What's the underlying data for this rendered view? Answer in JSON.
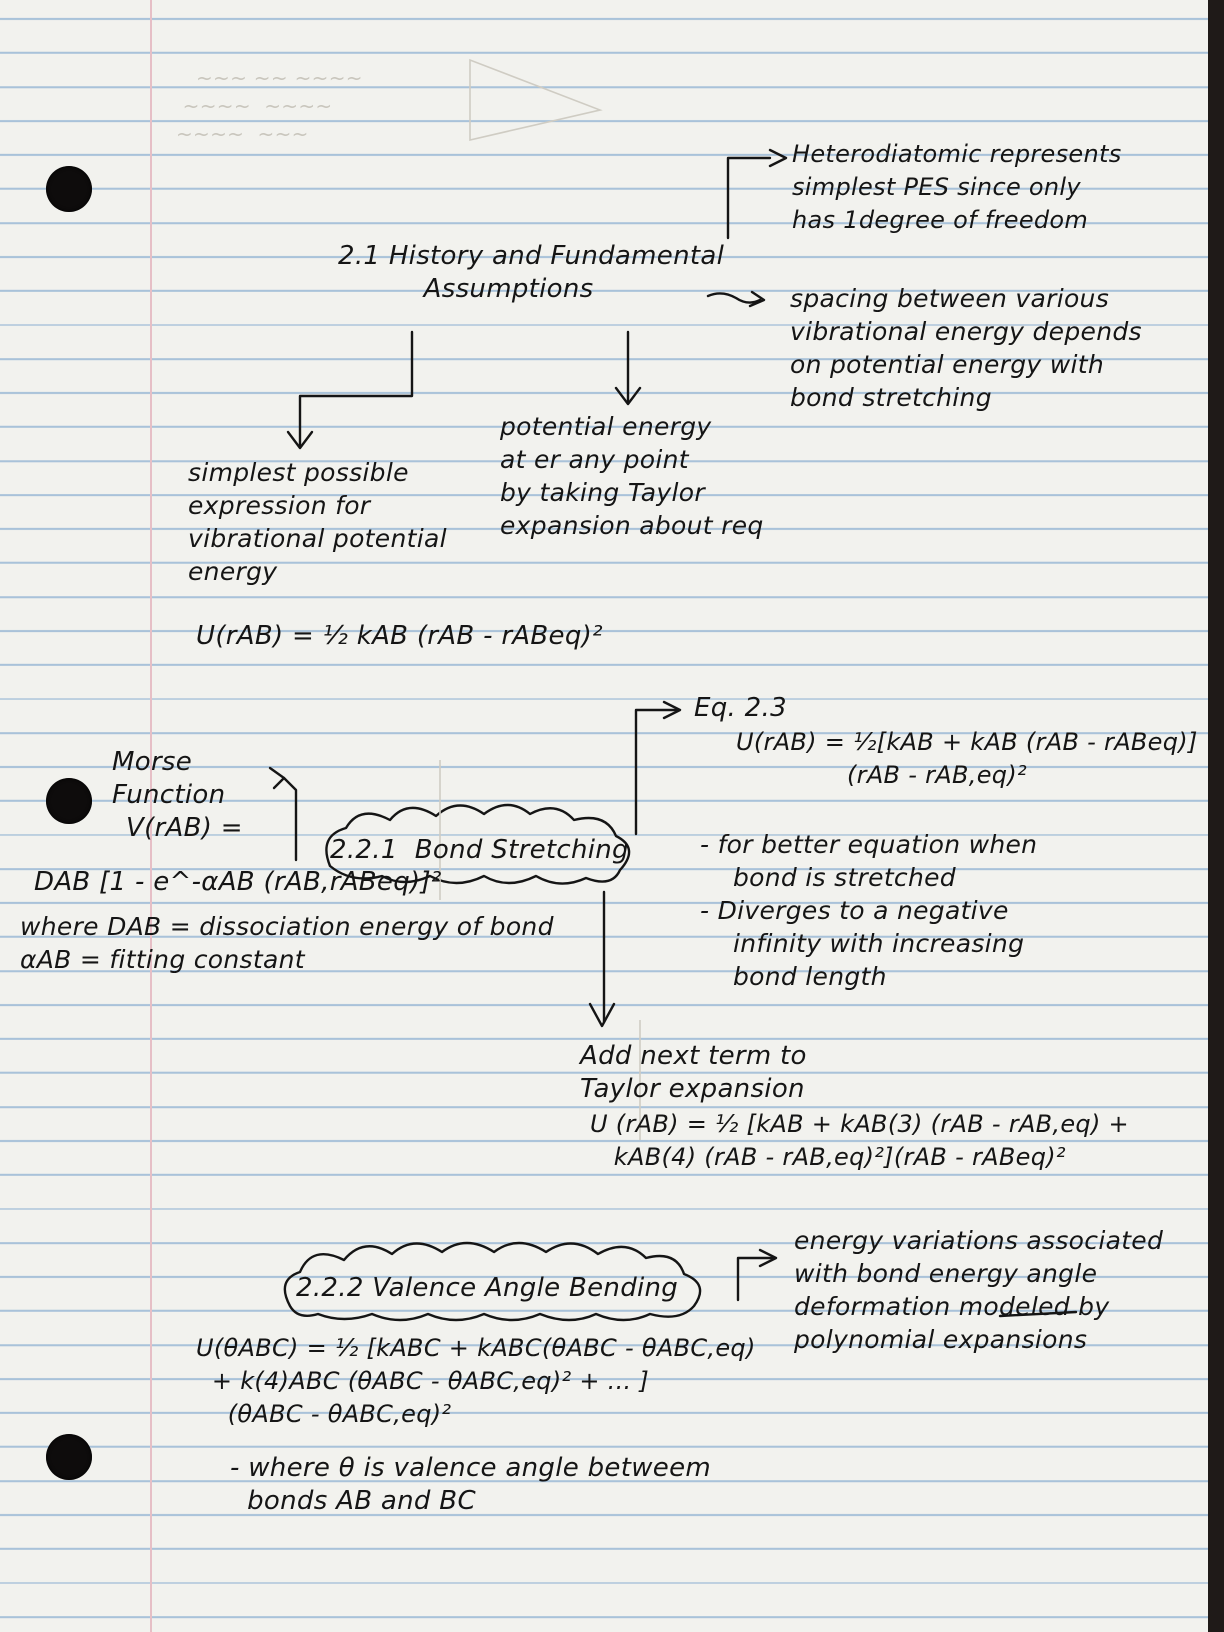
{
  "notes": {
    "hetero_note": "Heterodiatomic represents\nsimplest PES since only\nhas 1degree of freedom",
    "section_2_1": "2.1 History and Fundamental\n          Assumptions",
    "spacing_note": "spacing between various\nvibrational energy depends\non potential energy with\nbond stretching",
    "simplest_note": "simplest possible\nexpression for\nvibrational potential\nenergy",
    "potential_note": "potential energy\nat er any point\nby taking Taylor\nexpansion about req",
    "harmonic_eq": "U(rAB) = ½ kAB (rAB - rABeq)²",
    "eq_2_3_label": "Eq. 2.3",
    "eq_2_3": "U(rAB) = ½[kAB + kAB (rAB - rABeq)]\n              (rAB - rAB,eq)²",
    "eq_2_3_notes": "- for better equation when\n    bond is stretched\n- Diverges to a negative\n    infinity with increasing\n    bond length",
    "morse_label": "Morse\nFunction",
    "morse_eq_1": "V(rAB) =",
    "morse_eq_2": "DAB [1 - e^-αAB (rAB,rABeq)]²",
    "morse_where": "where DAB = dissociation energy of bond\nαAB = fitting constant",
    "section_2_2_1": "2.2.1  Bond Stretching",
    "taylor_note": "Add next term to\nTaylor expansion",
    "taylor_eq": "U (rAB) = ½ [kAB + kAB(3) (rAB - rAB,eq) +\n   kAB(4) (rAB - rAB,eq)²](rAB - rABeq)²",
    "section_2_2_2": "2.2.2 Valence Angle Bending",
    "angle_note": "energy variations associated\nwith bond energy angle\ndeformation modeled by\npolynomial expansions",
    "angle_eq": "U(θABC) = ½ [kABC + kABC(θABC - θABC,eq)\n  + k(4)ABC (θABC - θABC,eq)² + ... ]\n    (θABC - θABC,eq)²",
    "angle_where": "- where θ is valence angle betweem\n  bonds AB and BC"
  }
}
